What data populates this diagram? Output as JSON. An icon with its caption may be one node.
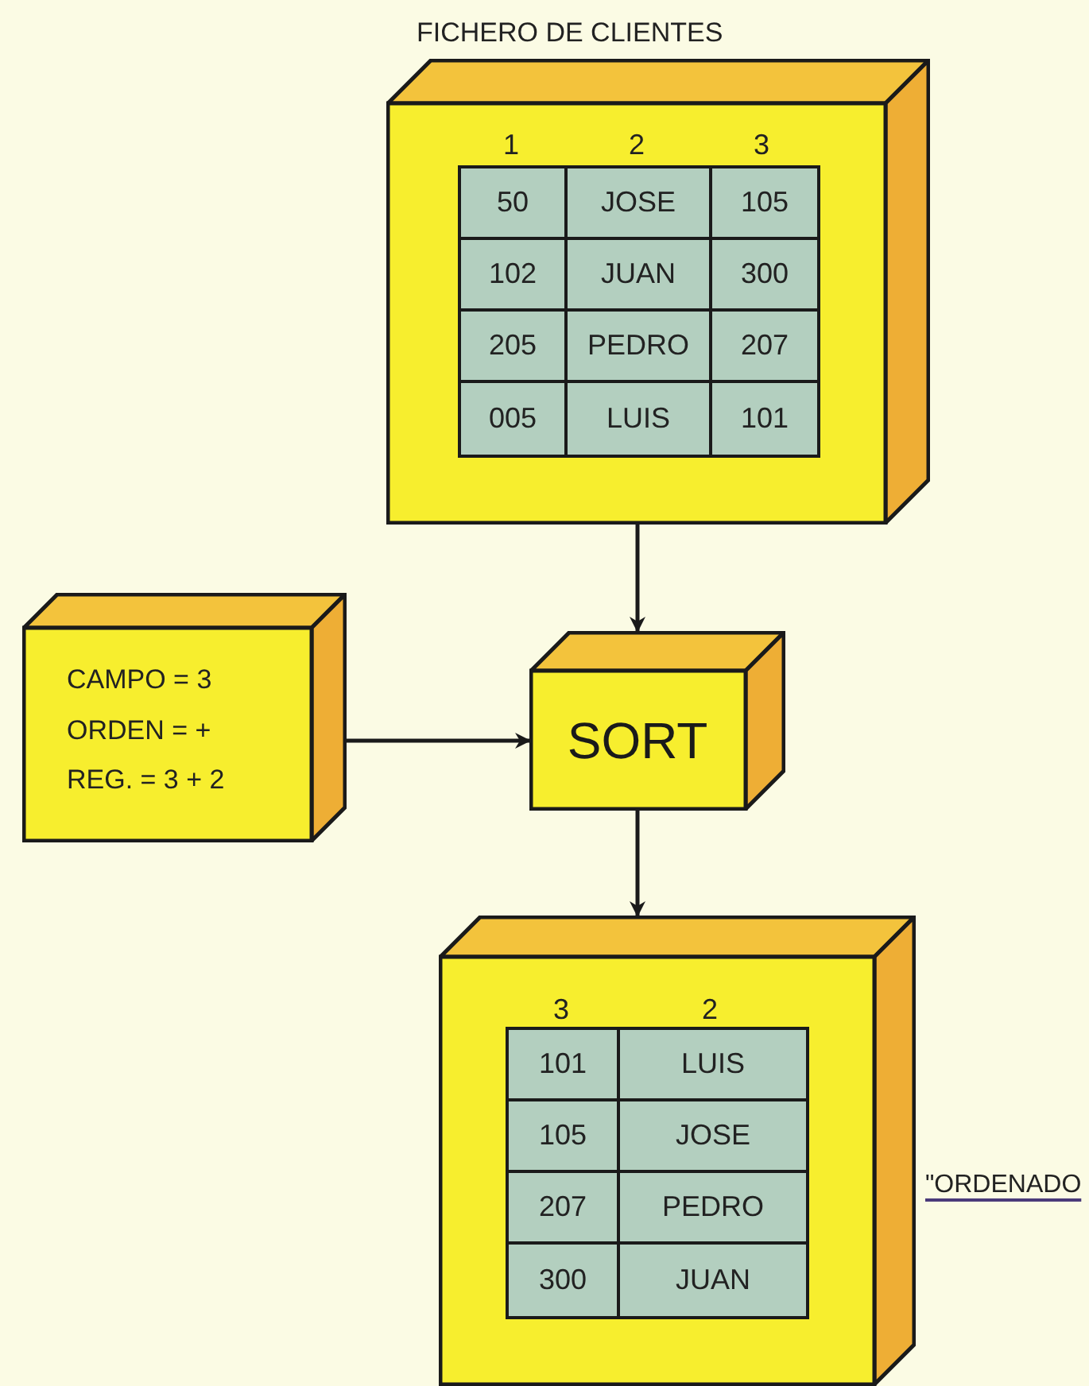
{
  "diagram": {
    "nodes": [
      {
        "text": [
          "FICHERO DE CLIENTES",
          "1",
          "2",
          "3",
          "50",
          "JOSE",
          "105",
          "102",
          "JUAN",
          "300",
          "205",
          "PEDRO",
          "207",
          "005",
          "LUIS",
          "101"
        ]
      },
      {
        "text": [
          "CAMPO = 3",
          "ORDEN = +",
          "REG. = 3 + 2"
        ]
      },
      {
        "text": [
          "SORT"
        ]
      },
      {
        "text": [
          "3",
          "2",
          "101",
          "LUIS",
          "105",
          "JOSE",
          "207",
          "PEDRO",
          "300",
          "JUAN"
        ],
        "beside": [
          "\"ORDENADO"
        ]
      }
    ],
    "edges": [
      {
        "from": 0,
        "to": 2,
        "arrow": "to"
      },
      {
        "from": 1,
        "to": 2,
        "arrow": "to"
      },
      {
        "from": 2,
        "to": 3,
        "arrow": "to"
      }
    ]
  }
}
